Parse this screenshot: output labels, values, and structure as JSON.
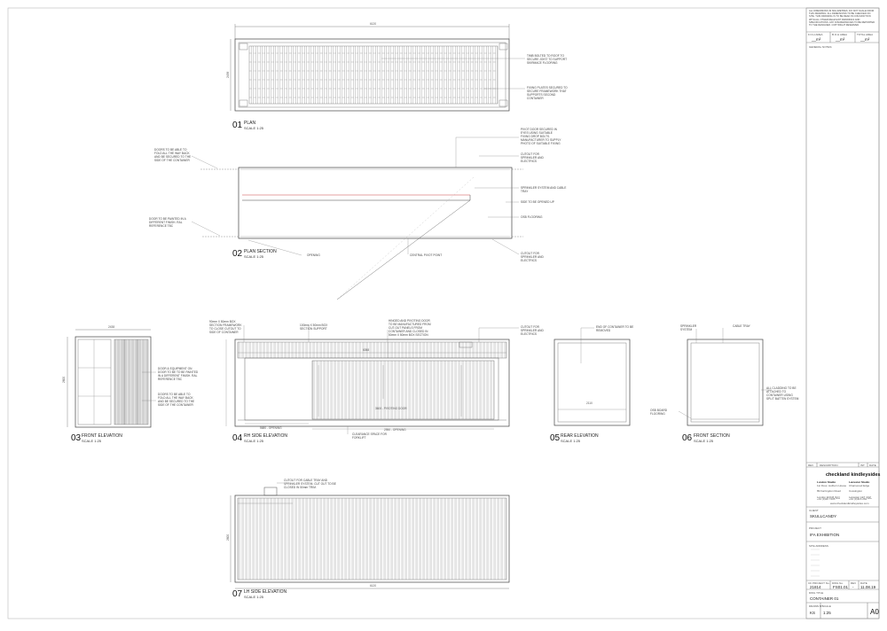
{
  "views": [
    {
      "num": "01",
      "title": "PLAN",
      "scale": "SCALE 1:25"
    },
    {
      "num": "02",
      "title": "PLAN SECTION",
      "scale": "SCALE 1:25"
    },
    {
      "num": "03",
      "title": "FRONT ELEVATION",
      "scale": "SCALE 1:25"
    },
    {
      "num": "04",
      "title": "RH SIDE ELEVATION",
      "scale": "SCALE 1:25"
    },
    {
      "num": "05",
      "title": "REAR ELEVATION",
      "scale": "SCALE 1:25"
    },
    {
      "num": "06",
      "title": "FRONT SECTION",
      "scale": "SCALE 1:25"
    },
    {
      "num": "07",
      "title": "LH SIDE ELEVATION",
      "scale": "SCALE 1:25"
    }
  ],
  "annotations": {
    "plan_timber": "TIMB BOLTED TO ROOF TO SECURE JOIST TO SUPPORT SKIRMACE FLOORING",
    "plan_plates": "FIXING PLATES SECURED TO SECURE FRAMEWORK THAT SUPPORTS SECOND CONTAINER",
    "sec_doors": "DOORS TO BE ABLE TO FOLD ALL THE WAY BACK AND BE SECURED TO THE SIDE OF THE CONTAINER",
    "sec_paint": "DOOR TO BE PAINTED IN A DIFFERENT FINISH. RAL REFERENCE TBC",
    "sec_pivot": "PIVOT DOOR SECURED IN EYES USING SUITABLE FIXING DROP BOLTS. MANUFACTURER TO SUPPLY PHOTO OF SUITABLE FIXING",
    "sec_cutout": "CUTOUT FOR SPRINKLER AND ELECTRICS",
    "sec_sprinkler": "SPRINKLER SYSTEM AND CABLE TRAY",
    "sec_side": "SIDE TO BE OPENED UP",
    "sec_osb": "OSB FLOORING",
    "sec_cutout2": "CUTOUT FOR SPRINKLER AND ELECTRICS",
    "sec_opening": "OPENING",
    "sec_central": "CENTRAL PIVOT POINT",
    "fe_door": "DOOR & EQUIPMENT ON DOOR TO BE TO BE PAINTED IN A DIFFERENT FINISH. RAL REFERENCE TBC",
    "fe_fold": "DOORS TO BE ABLE TO FOLD ALL THE WAY BACK AND BE SECURED TO THE SIDE OF THE CONTAINER",
    "rh_box": "90mm X 50mm BOX SECTION FRAMEWORK TO CLOSE CUTOUT TO SIDE OF CONTAINER",
    "rh_box2": "100mm X 50mm BOX SECTION SUPPORT",
    "rh_hinged": "HINGED AND PIVOTING DOOR TO BE MANUFACTURED FROM CUT-OUT PANELS FROM CONTAINER AND CLOSED IN 50mm X 50mm BOX SECTION",
    "rh_cutout": "CUTOUT FOR SPRINKLER AND ELECTRICS",
    "rh_clearance": "CLEARANCE SPACE FOR FORKLIFT",
    "rear_end": "END OF CONTAINER TO BE REMOVED",
    "fs_sprinkler": "SPRINKLER SYSTEM",
    "fs_cable": "CABLE TRAY",
    "fs_cladding": "ALL CLADDING TO BE ATTACHED TO CONTAINER USING SPLIT BATTEN SYSTEM",
    "fs_osb": "OSB BOARD FLOORING",
    "lh_cutout": "CUTOUT FOR CABLE TRAY AND SPRINKLER SYSTEM. CUT OUT TO BE CLOSED IN 50mm TRIM."
  },
  "dims": {
    "plan_len": "6120",
    "plan_w": "2438",
    "rh_total": "6058",
    "rh_opening1": "5680 - OPENING",
    "rh_pivot": "3600 - PIVOTING DOOR",
    "rh_opening2": "2950 - OPENING",
    "fe_w": "2438",
    "fe_h": "2600",
    "rear_w": "2110",
    "lh_len": "6120",
    "lh_h": "2600"
  },
  "title_block": {
    "notes": "ALL DIMENSIONS IN MILLIMETRES. DO NOT SCALE FROM THIS DRAWING. ALL DIMENSIONS TO BE CHECKED ON SITE. THIS DRAWING IS TO BE READ IN CONJUNCTION WITH ALL OTHER RELEVANT DRAWINGS AND SPECIFICATIONS. ANY DISCREPANCIES TO BE REPORTED TO THE DESIGNER. COPYRIGHT RESERVED.",
    "area_labels": [
      "F.O.H AREA",
      "B.O.H AREA",
      "TOTAL AREA"
    ],
    "area_values": [
      "__m²",
      "__m²",
      "__m²"
    ],
    "general_notes": "GENERAL NOTES:",
    "rev_headers": [
      "REV",
      "DESCRIPTION",
      "INT",
      "DATE"
    ],
    "company": "checkland kindleysides",
    "studio1": "London Studio",
    "studio2": "Leicester Studio",
    "addr1": "1st Floor, Holborn House\n\n89 Farringdon Road\n\nLondon EC1M 3LN",
    "addr2": "Charnwood Edge\n\nCossington\n\nLeicester LE7 4UZ",
    "phone1": "+44 (0)20 7405 ****",
    "phone2": "+44 (0)116 264 ****",
    "web": "www.checklandkindleysides.com",
    "client_label": "CLIENT",
    "client": "SKULLCANDY",
    "project_label": "PROJECT",
    "project": "IFA EXHIBITION",
    "site_label": "SITE ADDRESS",
    "projno_label": "CK PROJECT No.",
    "projno": "21814",
    "dwgno_label": "DWG No.",
    "dwgno": "FS01.01",
    "rev_label": "REV",
    "rev": "-",
    "date_label": "DATE",
    "date": "11.08.19",
    "dwgtitle_label": "DWG TITLE",
    "dwgtitle": "CONTAINER 01",
    "drawnby_label": "DRAWN BY",
    "drawnby": "KS",
    "scale_label": "SCALE",
    "scale": "1:25",
    "size": "A0"
  }
}
